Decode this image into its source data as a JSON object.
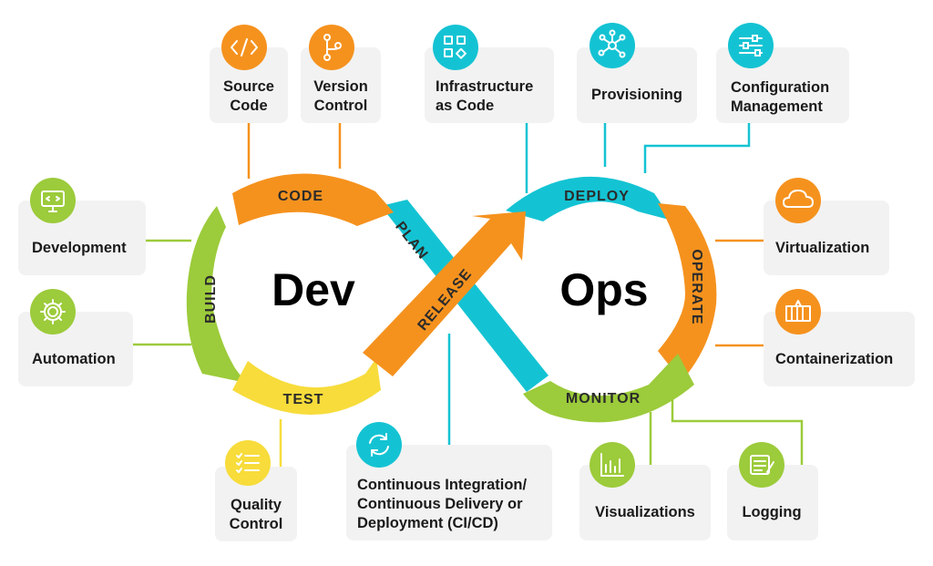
{
  "colors": {
    "orange": "#f5921e",
    "teal": "#14c3d3",
    "green": "#9ccb3b",
    "yellow": "#f7dc3b",
    "card": "#f2f2f2"
  },
  "center": {
    "dev": "Dev",
    "ops": "Ops"
  },
  "segments": {
    "code": "CODE",
    "plan": "PLAN",
    "build": "BUILD",
    "test": "TEST",
    "release": "RELEASE",
    "deploy": "DEPLOY",
    "operate": "OPERATE",
    "monitor": "MONITOR"
  },
  "cards": {
    "source_code": [
      "Source",
      "Code"
    ],
    "version_control": [
      "Version",
      "Control"
    ],
    "iac": [
      "Infrastructure",
      "as Code"
    ],
    "provisioning": [
      "Provisioning"
    ],
    "config_mgmt": [
      "Configuration",
      "Management"
    ],
    "development": [
      "Development"
    ],
    "automation": [
      "Automation"
    ],
    "virtualization": [
      "Virtualization"
    ],
    "containerization": [
      "Containerization"
    ],
    "quality_control": [
      "Quality",
      "Control"
    ],
    "cicd": [
      "Continuous Integration/",
      "Continuous Delivery or",
      "Deployment (CI/CD)"
    ],
    "visualizations": [
      "Visualizations"
    ],
    "logging": [
      "Logging"
    ]
  },
  "icons": {
    "source_code": "code-brackets-icon",
    "version_control": "git-branch-icon",
    "iac": "blocks-icon",
    "provisioning": "network-hub-icon",
    "config_mgmt": "sliders-icon",
    "development": "monitor-code-icon",
    "automation": "gear-icon",
    "virtualization": "cloud-icon",
    "containerization": "container-icon",
    "quality_control": "checklist-icon",
    "cicd": "refresh-cycle-icon",
    "visualizations": "bar-chart-icon",
    "logging": "log-document-icon"
  }
}
